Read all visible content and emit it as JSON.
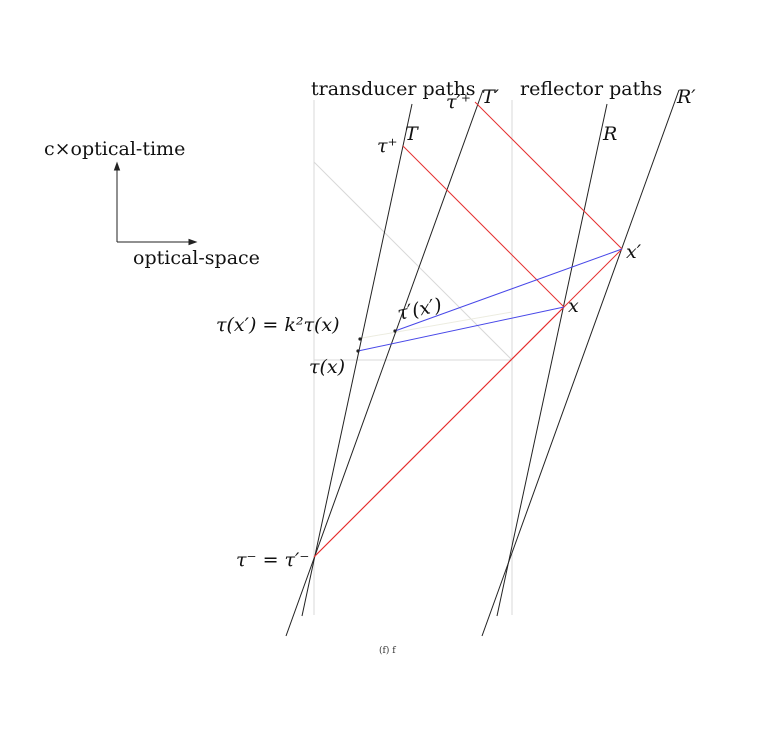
{
  "labels": {
    "transducer_paths": "transducer paths",
    "reflector_paths": "reflector paths",
    "optical_time": "c×optical-time",
    "optical_space": "optical-space",
    "T": "T",
    "T_prime": "T′",
    "R": "R",
    "R_prime": "R′",
    "tau_plus": "τ⁺",
    "tau_prime_plus": "τ′⁺",
    "x": "x",
    "x_prime": "x′",
    "tau_prime_x_prime": "τ′(x′)",
    "tau_x_prime_eq": "τ(x′) = k²τ(x)",
    "tau_x": "τ(x)",
    "tau_minus_eq": "τ⁻ = τ′⁻",
    "caption": "(f) f"
  },
  "colors": {
    "worldline": "#222222",
    "light_signal": "#e53030",
    "simultaneity": "#4848e8",
    "guide": "#d8d8d8",
    "guide_faint": "#ecece0"
  }
}
